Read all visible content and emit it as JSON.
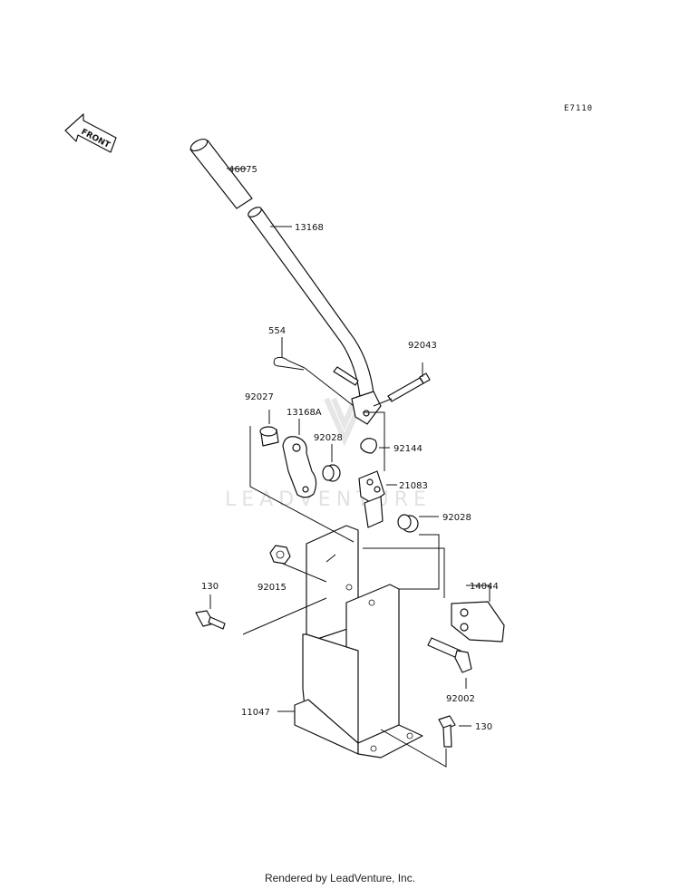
{
  "diagram": {
    "code": "E7110",
    "front_label": "FRONT",
    "watermark": "LEADVENTURE",
    "labels": [
      "46075",
      "13168",
      "554",
      "92043",
      "92027",
      "13168A",
      "92028",
      "92144",
      "21083",
      "92028",
      "92015",
      "130",
      "14044",
      "92002",
      "11047",
      "130"
    ]
  },
  "footer": {
    "credit": "Rendered by LeadVenture, Inc."
  }
}
